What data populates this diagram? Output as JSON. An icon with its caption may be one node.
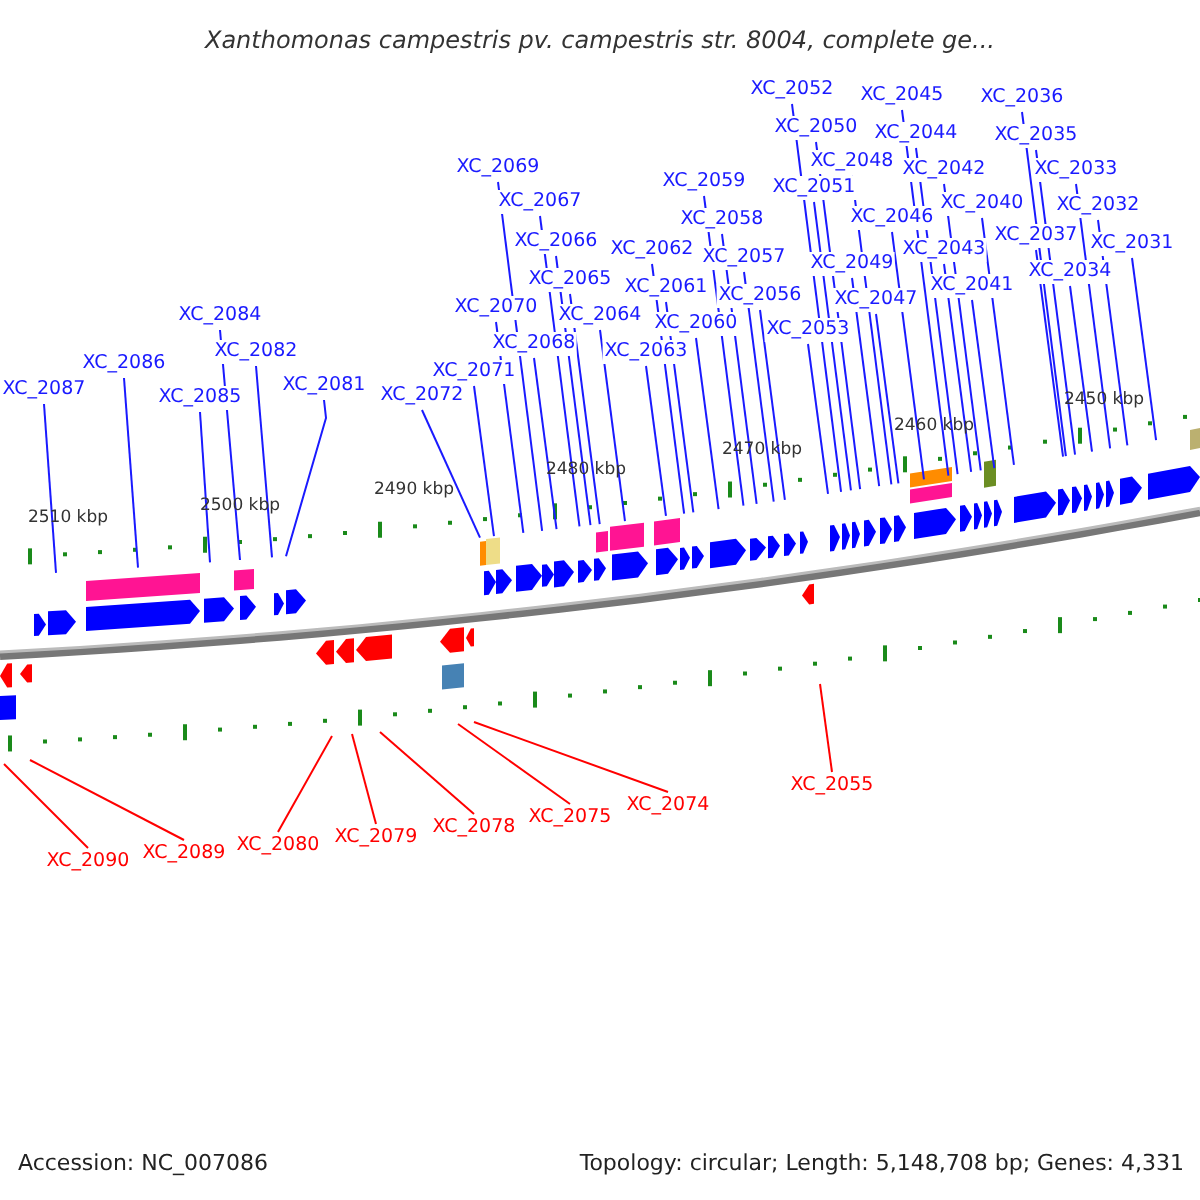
{
  "diagram": {
    "title": "Xanthomonas campestris pv. campestris str. 8004, complete ge...",
    "nodes": [
      {
        "text": [
          "XC_2087"
        ]
      },
      {
        "text": [
          "XC_2086"
        ]
      },
      {
        "text": [
          "XC_2085"
        ]
      },
      {
        "text": [
          "XC_2084"
        ]
      },
      {
        "text": [
          "XC_2082"
        ]
      },
      {
        "text": [
          "XC_2081"
        ]
      },
      {
        "text": [
          "XC_2072"
        ]
      },
      {
        "text": [
          "XC_2071"
        ]
      },
      {
        "text": [
          "XC_2070"
        ]
      },
      {
        "text": [
          "XC_2069"
        ]
      },
      {
        "text": [
          "XC_2068"
        ]
      },
      {
        "text": [
          "XC_2067"
        ]
      },
      {
        "text": [
          "XC_2066"
        ]
      },
      {
        "text": [
          "XC_2065"
        ]
      },
      {
        "text": [
          "XC_2064"
        ]
      },
      {
        "text": [
          "XC_2063"
        ]
      },
      {
        "text": [
          "XC_2062"
        ]
      },
      {
        "text": [
          "XC_2061"
        ]
      },
      {
        "text": [
          "XC_2060"
        ]
      },
      {
        "text": [
          "XC_2059"
        ]
      },
      {
        "text": [
          "XC_2058"
        ]
      },
      {
        "text": [
          "XC_2057"
        ]
      },
      {
        "text": [
          "XC_2056"
        ]
      },
      {
        "text": [
          "XC_2053"
        ]
      },
      {
        "text": [
          "XC_2052"
        ]
      },
      {
        "text": [
          "XC_2051"
        ]
      },
      {
        "text": [
          "XC_2050"
        ]
      },
      {
        "text": [
          "XC_2049"
        ]
      },
      {
        "text": [
          "XC_2048"
        ]
      },
      {
        "text": [
          "XC_2047"
        ]
      },
      {
        "text": [
          "XC_2046"
        ]
      },
      {
        "text": [
          "XC_2045"
        ]
      },
      {
        "text": [
          "XC_2044"
        ]
      },
      {
        "text": [
          "XC_2043"
        ]
      },
      {
        "text": [
          "XC_2042"
        ]
      },
      {
        "text": [
          "XC_2041"
        ]
      },
      {
        "text": [
          "XC_2040"
        ]
      },
      {
        "text": [
          "XC_2037"
        ]
      },
      {
        "text": [
          "XC_2036"
        ]
      },
      {
        "text": [
          "XC_2035"
        ]
      },
      {
        "text": [
          "XC_2034"
        ]
      },
      {
        "text": [
          "XC_2033"
        ]
      },
      {
        "text": [
          "XC_2032"
        ]
      },
      {
        "text": [
          "XC_2031"
        ]
      },
      {
        "text": [
          "XC_2090"
        ]
      },
      {
        "text": [
          "XC_2089"
        ]
      },
      {
        "text": [
          "XC_2080"
        ]
      },
      {
        "text": [
          "XC_2079"
        ]
      },
      {
        "text": [
          "XC_2078"
        ]
      },
      {
        "text": [
          "XC_2075"
        ]
      },
      {
        "text": [
          "XC_2074"
        ]
      },
      {
        "text": [
          "XC_2055"
        ]
      }
    ],
    "edges": [
      {
        "from": 0,
        "to": null,
        "arrow": "none"
      },
      {
        "from": 1,
        "to": null,
        "arrow": "none"
      },
      {
        "from": 2,
        "to": null,
        "arrow": "none"
      },
      {
        "from": 3,
        "to": null,
        "arrow": "none"
      },
      {
        "from": 4,
        "to": null,
        "arrow": "none"
      },
      {
        "from": 5,
        "to": null,
        "arrow": "none"
      },
      {
        "from": 6,
        "to": null,
        "arrow": "none"
      },
      {
        "from": 7,
        "to": null,
        "arrow": "none"
      },
      {
        "from": 8,
        "to": null,
        "arrow": "none"
      },
      {
        "from": 9,
        "to": null,
        "arrow": "none"
      },
      {
        "from": 10,
        "to": null,
        "arrow": "none"
      },
      {
        "from": 11,
        "to": null,
        "arrow": "none"
      },
      {
        "from": 12,
        "to": null,
        "arrow": "none"
      },
      {
        "from": 13,
        "to": null,
        "arrow": "none"
      },
      {
        "from": 14,
        "to": null,
        "arrow": "none"
      },
      {
        "from": 15,
        "to": null,
        "arrow": "none"
      },
      {
        "from": 16,
        "to": null,
        "arrow": "none"
      },
      {
        "from": 17,
        "to": null,
        "arrow": "none"
      },
      {
        "from": 18,
        "to": null,
        "arrow": "none"
      },
      {
        "from": 19,
        "to": null,
        "arrow": "none"
      },
      {
        "from": 20,
        "to": null,
        "arrow": "none"
      },
      {
        "from": 21,
        "to": null,
        "arrow": "none"
      },
      {
        "from": 22,
        "to": null,
        "arrow": "none"
      },
      {
        "from": 23,
        "to": null,
        "arrow": "none"
      },
      {
        "from": 24,
        "to": null,
        "arrow": "none"
      },
      {
        "from": 25,
        "to": null,
        "arrow": "none"
      },
      {
        "from": 26,
        "to": null,
        "arrow": "none"
      },
      {
        "from": 27,
        "to": null,
        "arrow": "none"
      },
      {
        "from": 28,
        "to": null,
        "arrow": "none"
      },
      {
        "from": 29,
        "to": null,
        "arrow": "none"
      },
      {
        "from": 30,
        "to": null,
        "arrow": "none"
      },
      {
        "from": 31,
        "to": null,
        "arrow": "none"
      },
      {
        "from": 32,
        "to": null,
        "arrow": "none"
      },
      {
        "from": 33,
        "to": null,
        "arrow": "none"
      },
      {
        "from": 34,
        "to": null,
        "arrow": "none"
      },
      {
        "from": 35,
        "to": null,
        "arrow": "none"
      },
      {
        "from": 36,
        "to": null,
        "arrow": "none"
      },
      {
        "from": 37,
        "to": null,
        "arrow": "none"
      },
      {
        "from": 38,
        "to": null,
        "arrow": "none"
      },
      {
        "from": 39,
        "to": null,
        "arrow": "none"
      },
      {
        "from": 40,
        "to": null,
        "arrow": "none"
      },
      {
        "from": 41,
        "to": null,
        "arrow": "none"
      },
      {
        "from": 42,
        "to": null,
        "arrow": "none"
      },
      {
        "from": 43,
        "to": null,
        "arrow": "none"
      },
      {
        "from": 44,
        "to": null,
        "arrow": "none",
        "color": "#ff0000"
      },
      {
        "from": 45,
        "to": null,
        "arrow": "none",
        "color": "#ff0000"
      },
      {
        "from": 46,
        "to": null,
        "arrow": "none",
        "color": "#ff0000"
      },
      {
        "from": 47,
        "to": null,
        "arrow": "none",
        "color": "#ff0000"
      },
      {
        "from": 48,
        "to": null,
        "arrow": "none",
        "color": "#ff0000"
      },
      {
        "from": 49,
        "to": null,
        "arrow": "none",
        "color": "#ff0000"
      },
      {
        "from": 50,
        "to": null,
        "arrow": "none",
        "color": "#ff0000"
      },
      {
        "from": 51,
        "to": null,
        "arrow": "none",
        "color": "#ff0000"
      }
    ],
    "labels": [
      "2510 kbp",
      "2500 kbp",
      "2490 kbp",
      "2480 kbp",
      "2470 kbp",
      "2460 kbp",
      "2450 kbp",
      "Accession: NC_007086",
      "Topology: circular; Length: 5,148,708 bp; Genes: 4,331"
    ]
  }
}
